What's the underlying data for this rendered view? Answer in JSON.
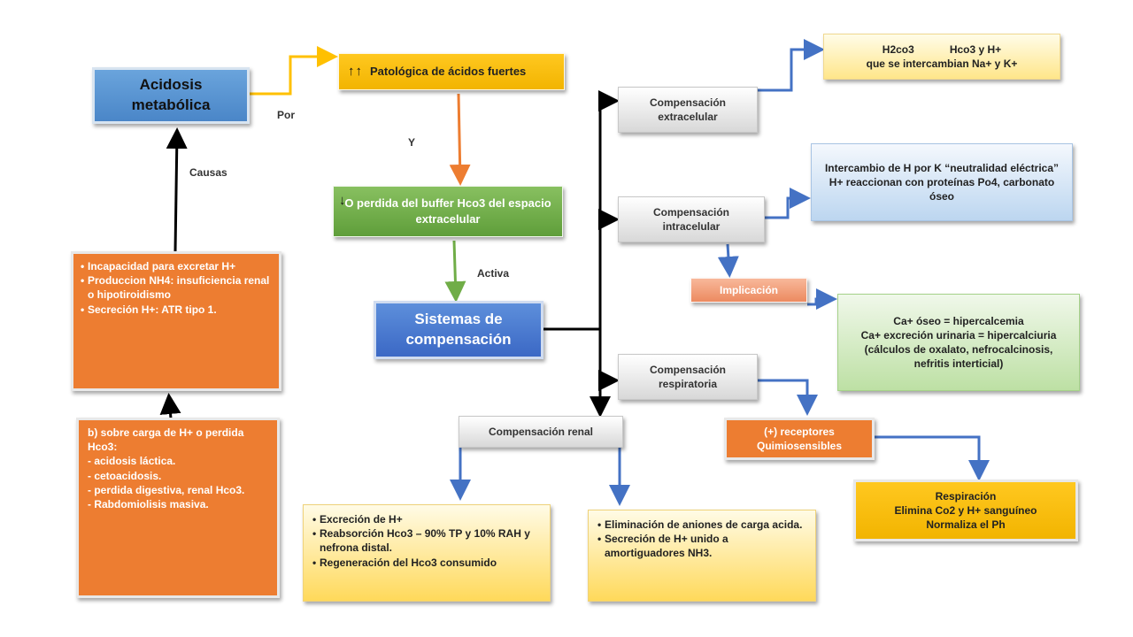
{
  "main": {
    "title": "Acidosis metabólica"
  },
  "labels": {
    "por": "Por",
    "causas": "Causas",
    "y": "Y",
    "activa": "Activa"
  },
  "patologica": {
    "symbol": "↑↑",
    "text": "Patológica de ácidos fuertes"
  },
  "perdida": {
    "symbol": "↓",
    "text": "O perdida del buffer Hco3 del espacio extracelular"
  },
  "sistemas": {
    "title": "Sistemas de compensación"
  },
  "causes1": {
    "items": [
      "Incapacidad para excretar H+",
      "Produccion NH4: insuficiencia renal o hipotiroidismo",
      "Secreción H+: ATR tipo 1."
    ]
  },
  "causes2": {
    "lines": [
      "b) sobre carga de H+ o perdida Hco3:",
      "- acidosis láctica.",
      "- cetoacidosis.",
      "- perdida digestiva, renal Hco3.",
      "- Rabdomiolisis masiva."
    ]
  },
  "comp_extra": {
    "label": "Compensación extracelular"
  },
  "comp_intra": {
    "label": "Compensación intracelular"
  },
  "comp_resp": {
    "label": "Compensación respiratoria"
  },
  "comp_renal": {
    "label": "Compensación renal"
  },
  "h2co3": {
    "left": "H2co3",
    "right": "Hco3 y H+",
    "line2": "que se intercambian Na+ y K+"
  },
  "intercambio": {
    "line1": "Intercambio de H por K “neutralidad eléctrica”",
    "line2": "H+ reaccionan con proteínas Po4, carbonato óseo"
  },
  "implicacion": {
    "label": "Implicación"
  },
  "calcio": {
    "lines": [
      "Ca+ óseo = hipercalcemia",
      "Ca+ excreción urinaria = hipercalciuria (cálculos de oxalato, nefrocalcinosis, nefritis interticial)"
    ]
  },
  "receptores": {
    "label": "(+) receptores Quimiosensibles"
  },
  "respiracion": {
    "lines": [
      "Respiración",
      "Elimina Co2 y H+ sanguíneo",
      "Normaliza el Ph"
    ]
  },
  "renal1": {
    "items": [
      "Excreción de H+",
      "Reabsorción Hco3 – 90% TP y 10% RAH y nefrona distal.",
      "Regeneración del Hco3 consumido"
    ]
  },
  "renal2": {
    "items": [
      "Eliminación de aniones de carga acida.",
      "Secreción de H+ unido a amortiguadores NH3."
    ]
  },
  "colors": {
    "orange": "#ed7d31",
    "blue_arrow": "#4472c4",
    "yellow_line": "#ffc000",
    "green_line": "#70ad47"
  }
}
